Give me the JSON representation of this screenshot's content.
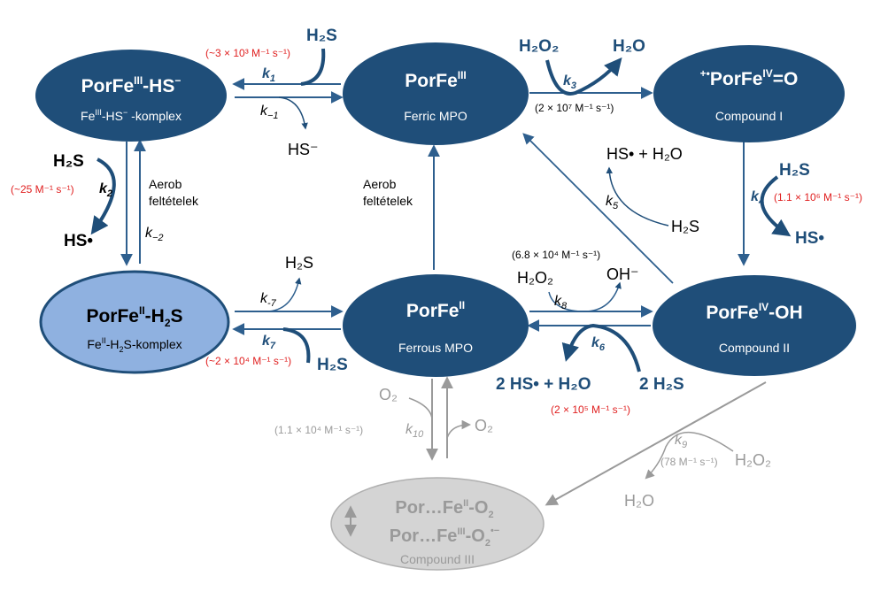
{
  "colors": {
    "node": "#1f4e79",
    "node_light": "#8fb1e0",
    "node_gray": "#d4d4d4",
    "arrow": "#2e5f8e",
    "arrow_gray": "#9a9a9a",
    "rate_red": "#e02020",
    "text_dark": "#000000",
    "text_gray": "#8c8c8c"
  },
  "nodes": {
    "fe3_hs": {
      "name_a": "PorFe",
      "name_sup": "III",
      "name_b": "-HS",
      "name_sup2": "−",
      "sub_a": "Fe",
      "sub_sup": "III",
      "sub_b": "-HS",
      "sub_sup2": "−",
      "sub_c": " -komplex"
    },
    "ferric": {
      "name_a": "PorFe",
      "name_sup": "III",
      "sub": "Ferric MPO"
    },
    "compound1": {
      "name_pre_sup": "+•",
      "name_a": "PorFe",
      "name_sup": "IV",
      "name_b": "=O",
      "sub": "Compound I"
    },
    "fe2_h2s": {
      "name_a": "PorFe",
      "name_sup": "II",
      "name_b": "-H",
      "name_sub": "2",
      "name_c": "S",
      "sub_a": "Fe",
      "sub_sup": "II",
      "sub_b": "-H",
      "sub_sub": "2",
      "sub_c": "S-komplex"
    },
    "ferrous": {
      "name_a": "PorFe",
      "name_sup": "II",
      "sub": "Ferrous MPO"
    },
    "compound2": {
      "name_a": "PorFe",
      "name_sup": "IV",
      "name_b": "-OH",
      "sub": "Compound II"
    },
    "compound3": {
      "line1_a": "Por…Fe",
      "line1_sup": "II",
      "line1_b": "-O",
      "line1_sub": "2",
      "line2_a": "Por…Fe",
      "line2_sup": "III",
      "line2_b": "-O",
      "line2_sub": "2",
      "line2_sup2": "•−",
      "sub": "Compound III"
    }
  },
  "labels": {
    "h2s": "H₂S",
    "hs_radical": "HS•",
    "hs_minus": "HS⁻",
    "h2o2": "H₂O₂",
    "h2o": "H₂O",
    "oh_minus": "OH⁻",
    "o2": "O₂",
    "hs_h2o": "HS• + H₂O",
    "two_hs_h2o": "2 HS• + H₂O",
    "two_h2s": "2 H₂S",
    "aerob1_line1": "Aerob",
    "aerob1_line2": "feltételek",
    "aerob2_line1": "Aerob",
    "aerob2_line2": "feltételek"
  },
  "rates": {
    "k1": "(~3 × 10³ M⁻¹ s⁻¹)",
    "k2": "(~25 M⁻¹ s⁻¹)",
    "k3": "(2 × 10⁷ M⁻¹ s⁻¹)",
    "k4": "(1.1 × 10⁶ M⁻¹ s⁻¹)",
    "k6": "(2 × 10⁵ M⁻¹ s⁻¹)",
    "k7": "(~2 × 10⁴ M⁻¹ s⁻¹)",
    "k8": "(6.8 × 10⁴ M⁻¹ s⁻¹)",
    "k9": "(78 M⁻¹ s⁻¹)",
    "k10": "(1.1 × 10⁴ M⁻¹ s⁻¹)"
  },
  "constants": {
    "k1": {
      "k": "k",
      "sub": "1"
    },
    "k_1": {
      "k": "k",
      "sub": "−1"
    },
    "k2": {
      "k": "k",
      "sub": "2"
    },
    "k_2": {
      "k": "k",
      "sub": "−2"
    },
    "k3": {
      "k": "k",
      "sub": "3"
    },
    "k4": {
      "k": "k",
      "sub": "4"
    },
    "k5": {
      "k": "k",
      "sub": "5"
    },
    "k6": {
      "k": "k",
      "sub": "6"
    },
    "k7": {
      "k": "k",
      "sub": "7"
    },
    "k_7": {
      "k": "k",
      "sub": "-7"
    },
    "k8": {
      "k": "k",
      "sub": "8"
    },
    "k9": {
      "k": "k",
      "sub": "9"
    },
    "k10": {
      "k": "k",
      "sub": "10"
    }
  }
}
